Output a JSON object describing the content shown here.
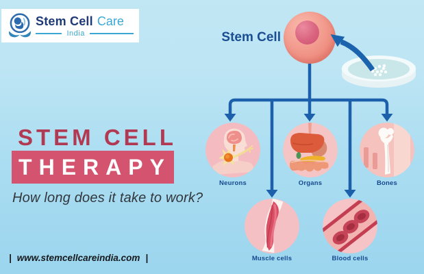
{
  "logo": {
    "brand": "Stem Cell",
    "brand_secondary": "Care",
    "tagline": "India"
  },
  "hero": {
    "cell_label": "Stem Cell"
  },
  "diagram": {
    "nodes": [
      {
        "label": "Neurons"
      },
      {
        "label": "Organs"
      },
      {
        "label": "Bones"
      },
      {
        "label": "Muscle cells"
      },
      {
        "label": "Blood cells"
      }
    ]
  },
  "title_block": {
    "line1": "STEM CELL",
    "line2": "THERAPY",
    "question": "How long does it take to work?"
  },
  "footer": {
    "separator_left": "|",
    "website": "www.stemcellcareindia.com",
    "separator_right": "|"
  },
  "colors": {
    "background_top": "#c1e6f4",
    "background_bottom": "#9bd5ee",
    "connector_blue": "#1c60ab",
    "label_blue": "#17498f",
    "title_red": "#b13a52",
    "banner_pink": "#d4536e",
    "cell_pink": "#f29b8e",
    "node_circle_pink": "#f5c3c3"
  }
}
